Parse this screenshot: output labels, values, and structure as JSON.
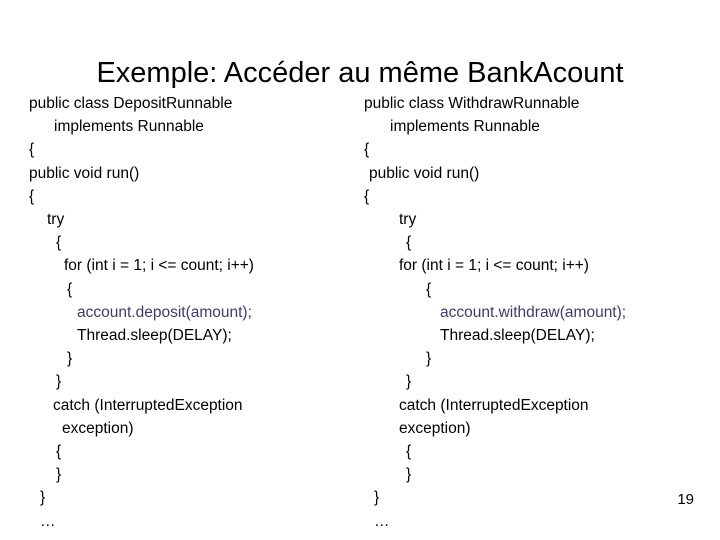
{
  "slide": {
    "title": "Exemple: Accéder au même BankAcount",
    "page_number": "19",
    "accent_color": "#3d3d6b",
    "text_color": "#000000",
    "background_color": "#ffffff"
  },
  "code_left": {
    "name": "DepositRunnable",
    "lines": [
      {
        "indent": 0,
        "text": "public class DepositRunnable"
      },
      {
        "indent": 25,
        "text": "implements Runnable"
      },
      {
        "indent": 0,
        "text": "{"
      },
      {
        "indent": 0,
        "text": "public void run()"
      },
      {
        "indent": 0,
        "text": "{"
      },
      {
        "indent": 18,
        "text": "try"
      },
      {
        "indent": 27,
        "text": "{"
      },
      {
        "indent": 35,
        "text": "for (int i = 1; i <= count; i++)"
      },
      {
        "indent": 38,
        "text": "{"
      },
      {
        "indent": 48,
        "text": "account.deposit(amount);",
        "accent": true
      },
      {
        "indent": 48,
        "text": "Thread.sleep(DELAY);"
      },
      {
        "indent": 38,
        "text": "}"
      },
      {
        "indent": 27,
        "text": "}"
      },
      {
        "indent": 24,
        "text": "catch (InterruptedException"
      },
      {
        "indent": 33,
        "text": "exception)"
      },
      {
        "indent": 27,
        "text": "{"
      },
      {
        "indent": 27,
        "text": "}"
      },
      {
        "indent": 11,
        "text": "}"
      },
      {
        "indent": 11,
        "text": "…"
      }
    ]
  },
  "code_right": {
    "name": "WithdrawRunnable",
    "lines": [
      {
        "indent": 0,
        "text": "public class WithdrawRunnable"
      },
      {
        "indent": 26,
        "text": "implements Runnable"
      },
      {
        "indent": 0,
        "text": "{"
      },
      {
        "indent": 5,
        "text": "public void run()"
      },
      {
        "indent": 0,
        "text": "{"
      },
      {
        "indent": 35,
        "text": "try"
      },
      {
        "indent": 42,
        "text": "{"
      },
      {
        "indent": 35,
        "text": "for (int i = 1; i <= count; i++)"
      },
      {
        "indent": 62,
        "text": "{"
      },
      {
        "indent": 76,
        "text": "account.withdraw(amount);",
        "accent": true
      },
      {
        "indent": 76,
        "text": "Thread.sleep(DELAY);"
      },
      {
        "indent": 62,
        "text": "}"
      },
      {
        "indent": 42,
        "text": "}"
      },
      {
        "indent": 35,
        "text": "catch (InterruptedException"
      },
      {
        "indent": 35,
        "text": "exception)"
      },
      {
        "indent": 42,
        "text": "{"
      },
      {
        "indent": 42,
        "text": "}"
      },
      {
        "indent": 10,
        "text": "}"
      },
      {
        "indent": 10,
        "text": "…"
      }
    ]
  }
}
